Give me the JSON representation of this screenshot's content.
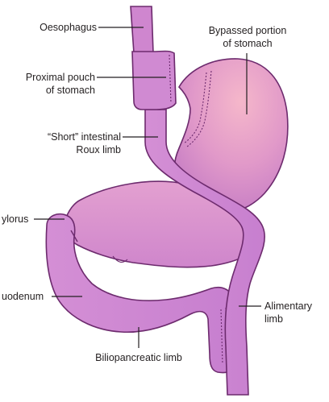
{
  "labels": {
    "oesophagus": "Oesophagus",
    "bypassed": [
      "Bypassed portion",
      "of stomach"
    ],
    "proximal_pouch": [
      "Proximal pouch",
      "of stomach"
    ],
    "roux_limb": [
      "“Short” intestinal",
      "Roux limb"
    ],
    "pylorus": "ylorus",
    "duodenum": "uodenum",
    "alimentary_limb": [
      "Alimentary",
      "limb"
    ],
    "biliopancreatic_limb": "Biliopancreatic limb"
  },
  "colors": {
    "tube_fill": "#c77fcf",
    "tube_stroke": "#6d2b6e",
    "stomach_light": "#f4b0c6",
    "stomach_dark": "#c97ac4",
    "leader_line": "#231f20",
    "text": "#231f20"
  }
}
